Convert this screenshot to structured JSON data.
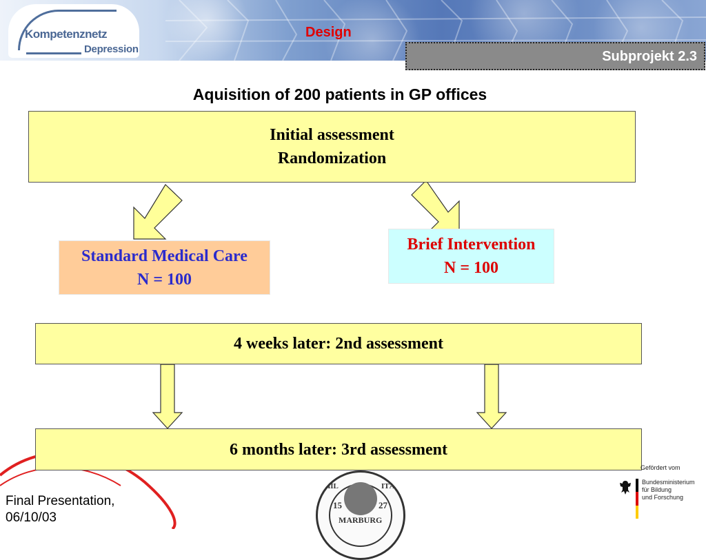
{
  "header": {
    "logo": {
      "line1": "Kompetenznetz",
      "line2": "Depression"
    },
    "section_title": "Design",
    "subprojekt": "Subprojekt 2.3"
  },
  "headline": "Aquisition of 200 patients in GP offices",
  "flow": {
    "initial": {
      "line1": "Initial assessment",
      "line2": "Randomization"
    },
    "standard": {
      "line1": "Standard Medical Care",
      "line2": "N = 100"
    },
    "brief": {
      "line1": "Brief Intervention",
      "line2": "N = 100"
    },
    "second": "4 weeks later: 2nd assessment",
    "third": "6 months later: 3rd assessment"
  },
  "footer": {
    "line1": "Final Presentation,",
    "line2": "06/10/03"
  },
  "funder": {
    "label": "Gefördert vom",
    "name_line1": "Bundesministerium",
    "name_line2": "für Bildung",
    "name_line3": "und Forschung"
  },
  "seal": {
    "year_left": "15",
    "year_right": "27",
    "text_bottom": "MARBURG",
    "text_left": "PHIL",
    "text_right": "ITÄT"
  },
  "colors": {
    "title_red": "#e00000",
    "yellow_box": "#ffffa0",
    "standard_box": "#ffcc99",
    "standard_text": "#2b2bcc",
    "brief_box": "#ccffff",
    "brief_text": "#dd0000",
    "subprojekt_bg": "#8a8a8a"
  }
}
